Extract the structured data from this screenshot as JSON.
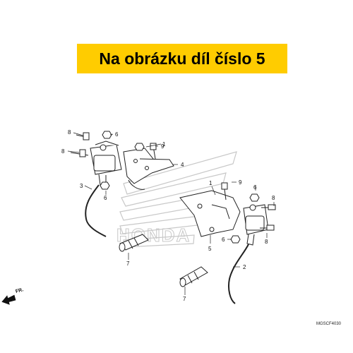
{
  "banner": {
    "text": "Na obrázku díl číslo 5",
    "color": "#ffcc00"
  },
  "diagram_code": "MGSCF4030",
  "direction_label": "FR.",
  "watermark": "HONDA",
  "callouts": {
    "c8a": "8",
    "c6a": "6",
    "c1a": "1",
    "c8b": "8",
    "c9a": "9",
    "c4": "4",
    "c3": "3",
    "c6b": "6",
    "c7a": "7",
    "c1b": "1",
    "c9b": "9",
    "c6c": "6",
    "c8c": "8",
    "c8d": "8",
    "c5": "5",
    "c6d": "6",
    "c2": "2",
    "c7b": "7"
  }
}
